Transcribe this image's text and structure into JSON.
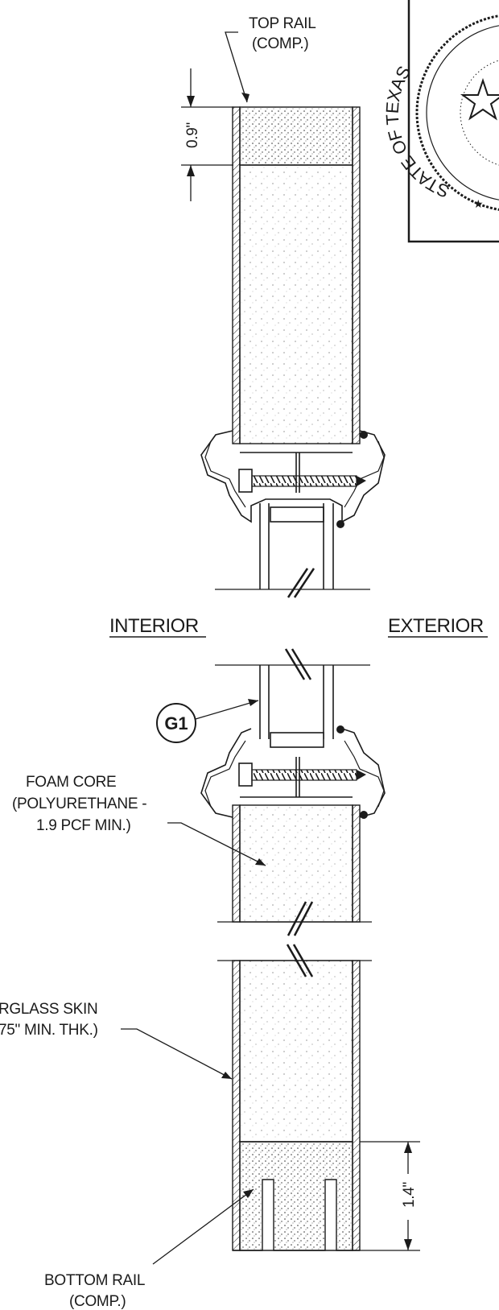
{
  "labels": {
    "top_rail": [
      "TOP RAIL",
      "(COMP.)"
    ],
    "interior": "INTERIOR",
    "exterior": "EXTERIOR",
    "glazing_tag": "G1",
    "foam_core": [
      "FOAM CORE",
      "(POLYURETHANE -",
      "1.9 PCF MIN.)"
    ],
    "fiberglass_skin": [
      "RGLASS SKIN",
      "75\" MIN. THK.)"
    ],
    "bottom_rail": [
      "BOTTOM RAIL",
      "(COMP.)"
    ]
  },
  "dimensions": {
    "top_rail": "0.9\"",
    "bottom_rail": "1.4\""
  },
  "seal": {
    "text": "STATE OF TEXAS"
  }
}
